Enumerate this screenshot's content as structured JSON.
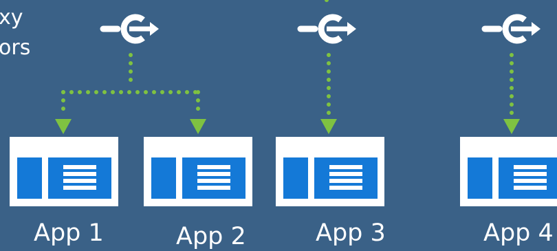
{
  "side_label": {
    "line1": "xy",
    "line2": "ors"
  },
  "colors": {
    "background": "#3a6187",
    "connector": "#7fc241",
    "app_blue": "#1479d7",
    "white": "#ffffff"
  },
  "icons": {
    "connector_node": "connector-plug-icon",
    "app": "app-window-icon"
  },
  "apps": [
    {
      "label": "App 1"
    },
    {
      "label": "App 2"
    },
    {
      "label": "App 3"
    },
    {
      "label": "App 4"
    }
  ]
}
